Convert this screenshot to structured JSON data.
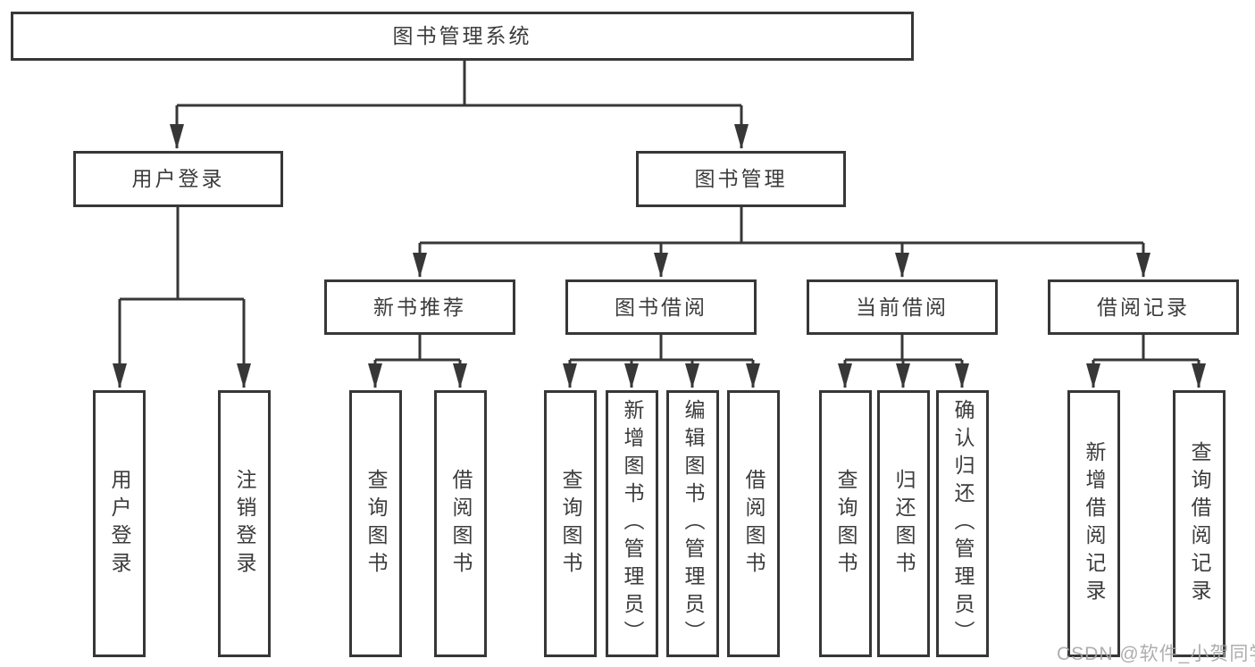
{
  "tree": {
    "root": "图书管理系统",
    "children": [
      {
        "label": "用户登录",
        "leaves": [
          "用户登录",
          "注销登录"
        ]
      },
      {
        "label": "图书管理",
        "children": [
          {
            "label": "新书推荐",
            "leaves": [
              "查询图书",
              "借阅图书"
            ]
          },
          {
            "label": "图书借阅",
            "leaves": [
              "查询图书",
              "新增图书（管理员）",
              "编辑图书（管理员）",
              "借阅图书"
            ]
          },
          {
            "label": "当前借阅",
            "leaves": [
              "查询图书",
              "归还图书",
              "确认归还（管理员）"
            ]
          },
          {
            "label": "借阅记录",
            "leaves": [
              "新增借阅记录",
              "查询借阅记录"
            ]
          }
        ]
      }
    ]
  },
  "watermark": {
    "text": "CSDN @软件_小贺同学"
  },
  "colors": {
    "line": "#373737",
    "text": "#3c3c3c",
    "watermark": "#a5a5a5",
    "background": "#ffffff"
  }
}
